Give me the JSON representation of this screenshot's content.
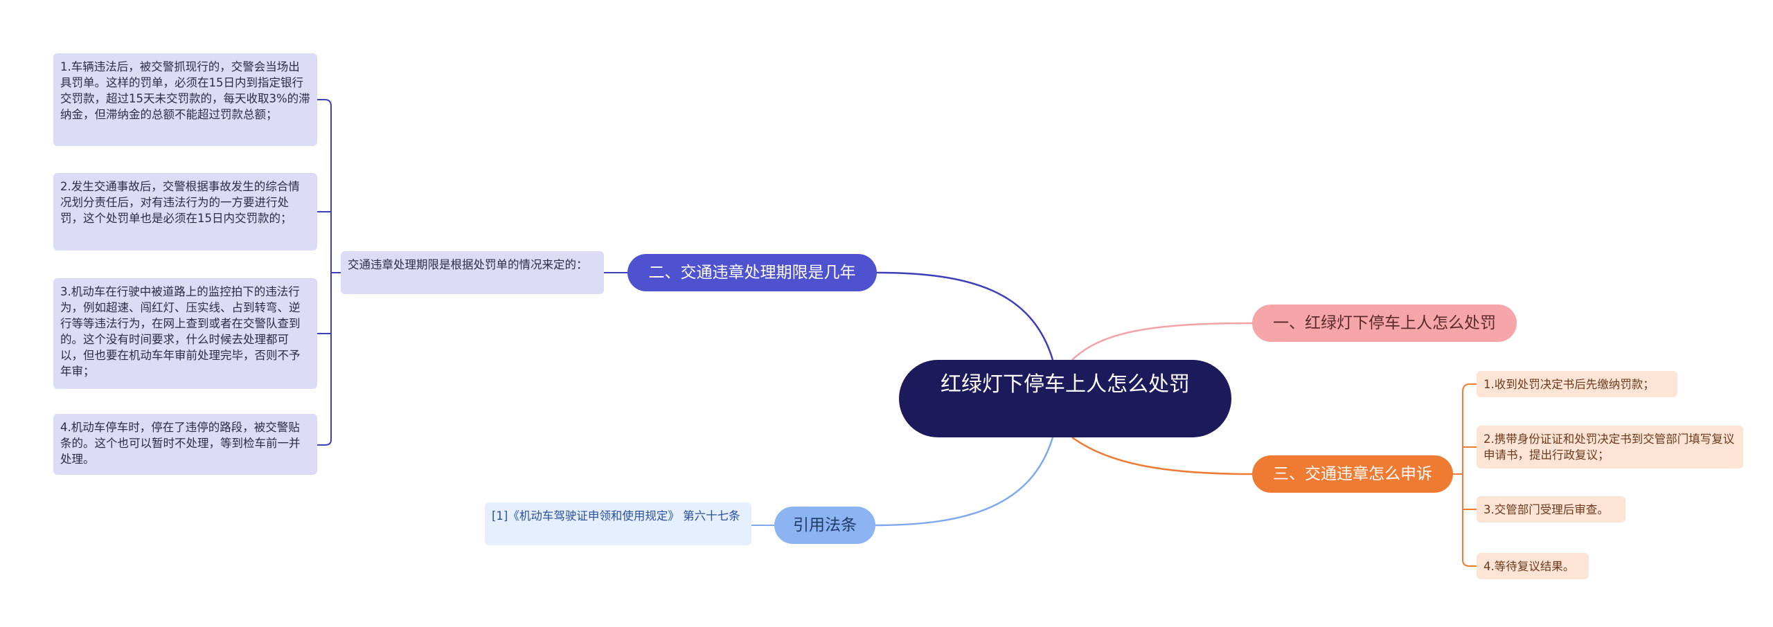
{
  "colors": {
    "root_bg": "#1c1a5a",
    "branch_penalty": "#f6a6a8",
    "branch_deadline": "#4f52cf",
    "branch_appeal": "#ef7a32",
    "branch_reference": "#8cb4f2",
    "leaf_purple": "#dcdcf6",
    "leaf_peach": "#fde4d5",
    "leaf_blue": "#e6effd"
  },
  "root": {
    "title": "红绿灯下停车上人怎么处罚"
  },
  "branches": {
    "penalty": {
      "label": "一、红绿灯下停车上人怎么处罚"
    },
    "deadline": {
      "label": "二、交通违章处理期限是几年",
      "summary": "交通违章处理期限是根据处罚单的情况来定的：",
      "items": [
        "1.车辆违法后，被交警抓现行的，交警会当场出具罚单。这样的罚单，必须在15日内到指定银行交罚款，超过15天未交罚款的，每天收取3%的滞纳金，但滞纳金的总额不能超过罚款总额；",
        "2.发生交通事故后，交警根据事故发生的综合情况划分责任后，对有违法行为的一方要进行处罚，这个处罚单也是必须在15日内交罚款的；",
        "3.机动车在行驶中被道路上的监控拍下的违法行为，例如超速、闯红灯、压实线、占到转弯、逆行等等违法行为，在网上查到或者在交警队查到的。这个没有时间要求，什么时候去处理都可以，但也要在机动车年审前处理完毕，否则不予年审；",
        "4.机动车停车时，停在了违停的路段，被交警贴条的。这个也可以暂时不处理，等到检车前一并处理。"
      ]
    },
    "appeal": {
      "label": "三、交通违章怎么申诉",
      "items": [
        "1.收到处罚决定书后先缴纳罚款；",
        "2.携带身份证证和处罚决定书到交管部门填写复议申请书，提出行政复议；",
        "3.交管部门受理后审查。",
        "4.等待复议结果。"
      ]
    },
    "reference": {
      "label": "引用法条",
      "items": [
        "[1]《机动车驾驶证申领和使用规定》 第六十七条"
      ]
    }
  }
}
